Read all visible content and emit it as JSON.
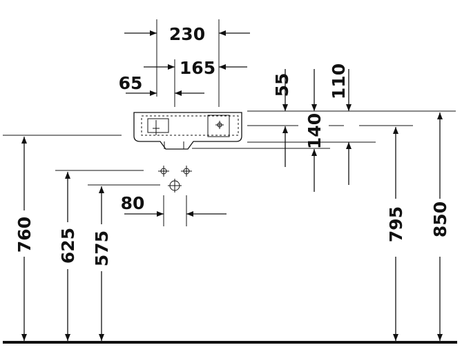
{
  "dimensions": {
    "d230": "230",
    "d165": "165",
    "d65": "65",
    "d55": "55",
    "d110": "110",
    "d140": "140",
    "d80": "80",
    "d760": "760",
    "d625": "625",
    "d575": "575",
    "d795": "795",
    "d850": "850"
  }
}
